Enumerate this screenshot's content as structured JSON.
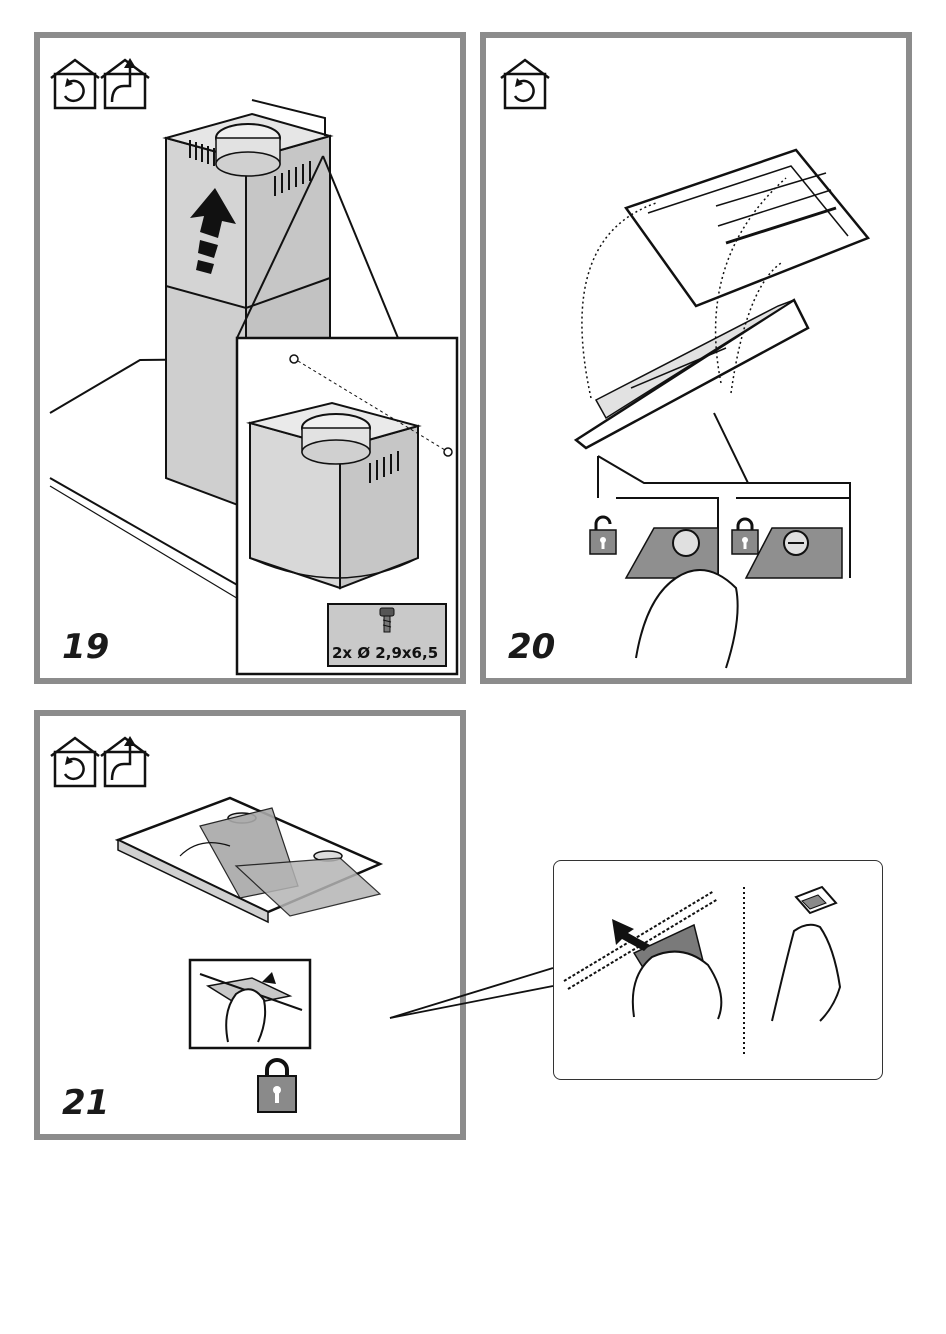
{
  "steps": {
    "step19": {
      "number": "19",
      "screw_label": "2x Ø 2,9x6,5"
    },
    "step20": {
      "number": "20"
    },
    "step21": {
      "number": "21"
    }
  },
  "icons": [
    "recirculation-mode-icon",
    "extraction-mode-icon",
    "unlocked-padlock-icon",
    "locked-padlock-icon",
    "screw-icon",
    "up-arrow-icon"
  ],
  "colors": {
    "panel_border": "#8c8c8c",
    "chimney_fill": "#cfcfcf",
    "padlock_fill": "#8a8a8a",
    "line": "#1a1a1a"
  }
}
